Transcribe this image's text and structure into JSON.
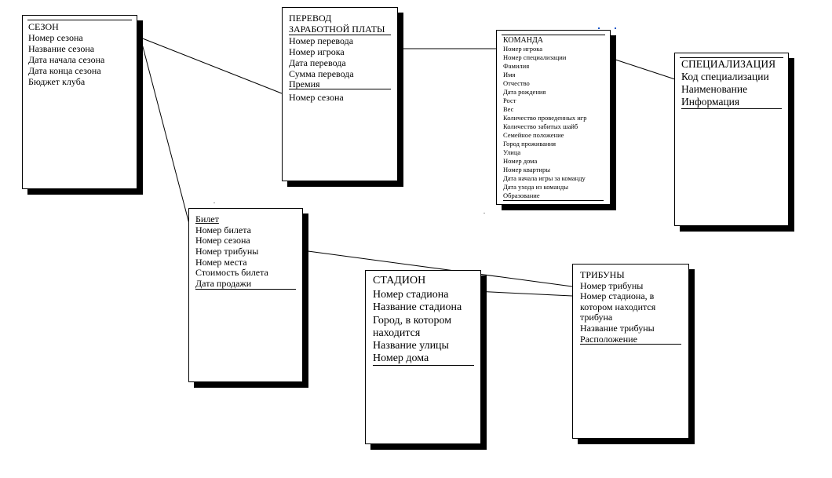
{
  "entities": {
    "season": {
      "title": "СЕЗОН",
      "fields": [
        "Номер сезона",
        "Название сезона",
        "Дата начала сезона",
        "Дата конца сезона",
        "Бюджет клуба"
      ]
    },
    "transfer": {
      "title_line1": "ПЕРЕВОД",
      "title_line2": "ЗАРАБОТНОЙ ПЛАТЫ",
      "fields": [
        "Номер перевода",
        "Номер игрока",
        "Дата перевода",
        "Сумма перевода",
        "Премия"
      ],
      "foreign_keys": [
        "Номер сезона"
      ]
    },
    "team": {
      "title": "КОМАНДА",
      "fields": [
        "Номер игрока",
        "Номер специализации",
        "Фамилия",
        "Имя",
        "Отчество",
        "Дата рождения",
        "Рост",
        "Вес",
        "Количество проведенных игр",
        "Количество забитых шайб",
        "Семейное положение",
        "Город проживания",
        "Улица",
        "Номер дома",
        "Номер квартиры",
        "Дата начала игры за команду",
        "Дата ухода из  команды",
        "Образование"
      ]
    },
    "specialization": {
      "title": "СПЕЦИАЛИЗАЦИЯ",
      "fields": [
        "Код специализации",
        "Наименование",
        "Информация"
      ]
    },
    "ticket": {
      "title": "Билет",
      "fields": [
        "Номер билета",
        "Номер сезона",
        "Номер трибуны",
        "Номер места",
        "Стоимость билета",
        "Дата продажи"
      ]
    },
    "stadium": {
      "title": "СТАДИОН",
      "fields": [
        "Номер стадиона",
        "Название стадиона",
        "Город, в котором находится",
        "Название улицы",
        "Номер дома"
      ]
    },
    "stands": {
      "title": "ТРИБУНЫ",
      "fields": [
        "Номер трибуны",
        "Номер стадиона, в котором находится трибуна",
        "Название трибуны",
        "Расположение"
      ]
    }
  }
}
